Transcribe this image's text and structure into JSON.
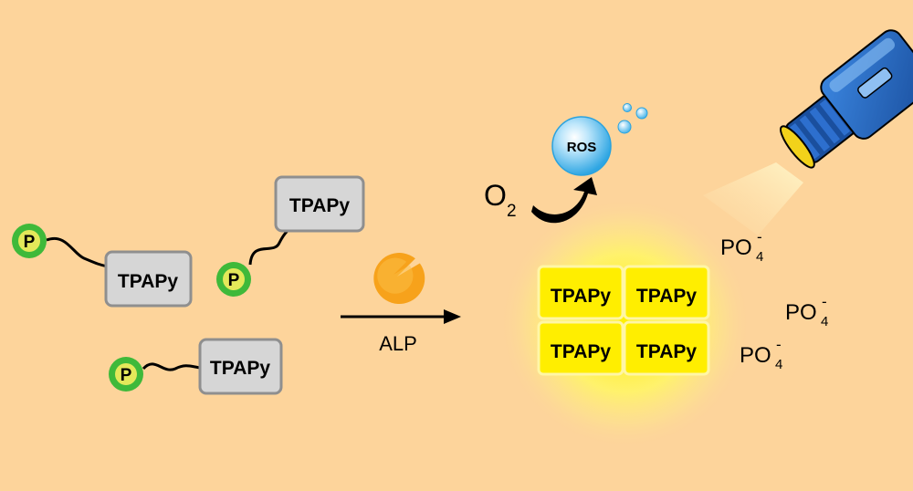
{
  "probe_label": "TPAPy",
  "phosphate_badge": "P",
  "enzyme": {
    "label": "ALP"
  },
  "reaction": {
    "oxygen": "O",
    "oxygen_subscript": "2",
    "ros_label": "ROS"
  },
  "aggregate": {
    "cells": [
      "TPAPy",
      "TPAPy",
      "TPAPy",
      "TPAPy"
    ]
  },
  "phosphate_ion": {
    "base": "PO",
    "subscript": "4",
    "charge": "-"
  },
  "colors": {
    "background": "#fdd49b",
    "probe_box": "#d6d6d6",
    "probe_border": "#8f8f8f",
    "phosphate_green": "#3fb93a",
    "phosphate_yellow": "#e3e85a",
    "enzyme_orange": "#f7a21b",
    "ros_blue": "#4bb6ea",
    "aggregate_yellow": "#ffee00",
    "flashlight_blue": "#1f5fb8"
  }
}
